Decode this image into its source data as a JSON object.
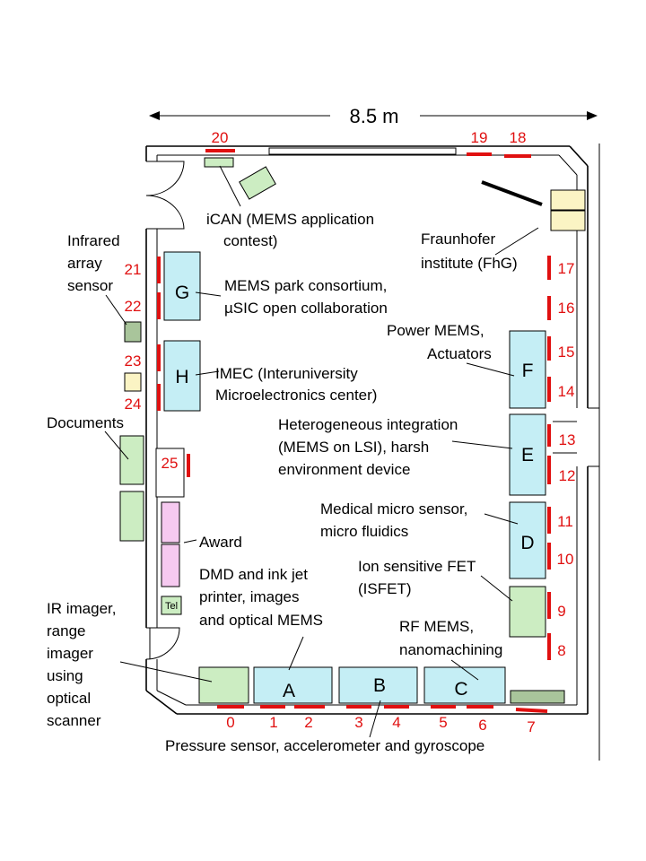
{
  "dimension": "8.5 m",
  "colors": {
    "cyan": "#c5eef5",
    "green": "#ccedc2",
    "dark_green": "#a9c59b",
    "yellow": "#fbf4c4",
    "pink": "#f6c9f0",
    "red": "#e01010"
  },
  "booths": [
    "A",
    "B",
    "C",
    "D",
    "E",
    "F",
    "G",
    "H"
  ],
  "tel": "Tel",
  "numbers": [
    "0",
    "1",
    "2",
    "3",
    "4",
    "5",
    "6",
    "7",
    "8",
    "9",
    "10",
    "11",
    "12",
    "13",
    "14",
    "15",
    "16",
    "17",
    "18",
    "19",
    "20",
    "21",
    "22",
    "23",
    "24",
    "25"
  ],
  "labels": {
    "ican": [
      "iCAN (MEMS application",
      "contest)"
    ],
    "fraunhofer": [
      "Fraunhofer",
      "institute (FhG)"
    ],
    "infrared": [
      "Infrared",
      "array",
      "sensor"
    ],
    "mems_park": [
      "MEMS park consortium,",
      "µSIC open collaboration"
    ],
    "power_mems": [
      "Power MEMS,",
      "Actuators"
    ],
    "imec": [
      "IMEC (Interuniversity",
      "Microelectronics center)"
    ],
    "documents": [
      "Documents"
    ],
    "hetero": [
      "Heterogeneous integration",
      "(MEMS on LSI), harsh",
      "environment device"
    ],
    "medical": [
      "Medical micro sensor,",
      "micro fluidics"
    ],
    "award": [
      "Award"
    ],
    "isfet": [
      "Ion sensitive FET",
      "(ISFET)"
    ],
    "dmd": [
      "DMD and ink jet",
      "printer, images",
      "and optical MEMS"
    ],
    "ir_imager": [
      "IR imager,",
      "range",
      "imager",
      "using",
      "optical",
      "scanner"
    ],
    "rf_mems": [
      "RF MEMS,",
      "nanomachining"
    ],
    "pressure": [
      "Pressure sensor, accelerometer and gyroscope"
    ]
  }
}
